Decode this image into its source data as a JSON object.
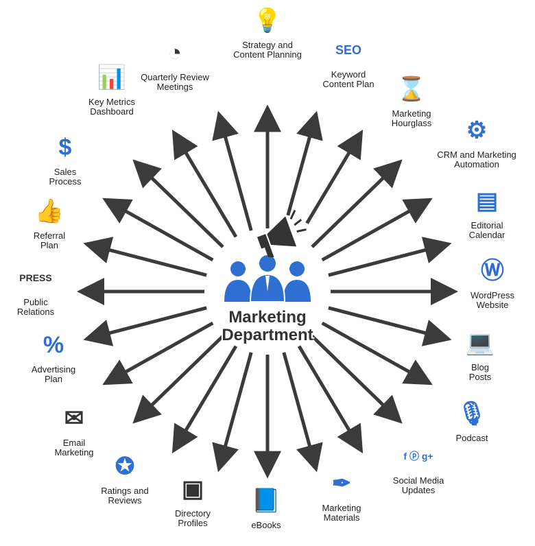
{
  "center": {
    "title_line1": "Marketing",
    "title_line2": "Department",
    "icon": "team-megaphone-icon"
  },
  "colors": {
    "accent": "#2f6fd1",
    "dark": "#333333",
    "arrow": "#3b3b3b"
  },
  "nodes": [
    {
      "label": "Strategy and\nContent Planning",
      "icon": "lightbulb-icon",
      "glyph": "💡"
    },
    {
      "label": "Keyword\nContent Plan",
      "icon": "seo-network-icon",
      "glyph": "SEO"
    },
    {
      "label": "Marketing\nHourglass",
      "icon": "hourglass-icon",
      "glyph": "⌛"
    },
    {
      "label": "CRM and Marketing\nAutomation",
      "icon": "browser-gear-icon",
      "glyph": "⚙"
    },
    {
      "label": "Editorial\nCalendar",
      "icon": "calendar-icon",
      "glyph": "▤"
    },
    {
      "label": "WordPress\nWebsite",
      "icon": "wordpress-icon",
      "glyph": "Ⓦ"
    },
    {
      "label": "Blog\nPosts",
      "icon": "laptop-megaphone-icon",
      "glyph": "💻"
    },
    {
      "label": "Podcast",
      "icon": "microphone-icon",
      "glyph": "🎙"
    },
    {
      "label": "Social Media\nUpdates",
      "icon": "social-media-icon",
      "glyph": "f ⓟ g+"
    },
    {
      "label": "Marketing\nMaterials",
      "icon": "pen-nib-icon",
      "glyph": "✒"
    },
    {
      "label": "eBooks",
      "icon": "book-icon",
      "glyph": "📘"
    },
    {
      "label": "Directory\nProfiles",
      "icon": "directory-icon",
      "glyph": "▣"
    },
    {
      "label": "Ratings and\nReviews",
      "icon": "award-star-icon",
      "glyph": "✪"
    },
    {
      "label": "Email\nMarketing",
      "icon": "email-megaphone-icon",
      "glyph": "✉"
    },
    {
      "label": "Advertising\nPlan",
      "icon": "browser-percent-icon",
      "glyph": "%"
    },
    {
      "label": "Public\nRelations",
      "icon": "press-newspaper-icon",
      "glyph": "PRESS"
    },
    {
      "label": "Referral\nPlan",
      "icon": "thumbs-up-icon",
      "glyph": "👍"
    },
    {
      "label": "Sales\nProcess",
      "icon": "gear-dollar-icon",
      "glyph": "$"
    },
    {
      "label": "Key Metrics\nDashboard",
      "icon": "bar-chart-icon",
      "glyph": "📊"
    },
    {
      "label": "Quarterly Review\nMeetings",
      "icon": "pie-check-icon",
      "glyph": "◔"
    }
  ]
}
